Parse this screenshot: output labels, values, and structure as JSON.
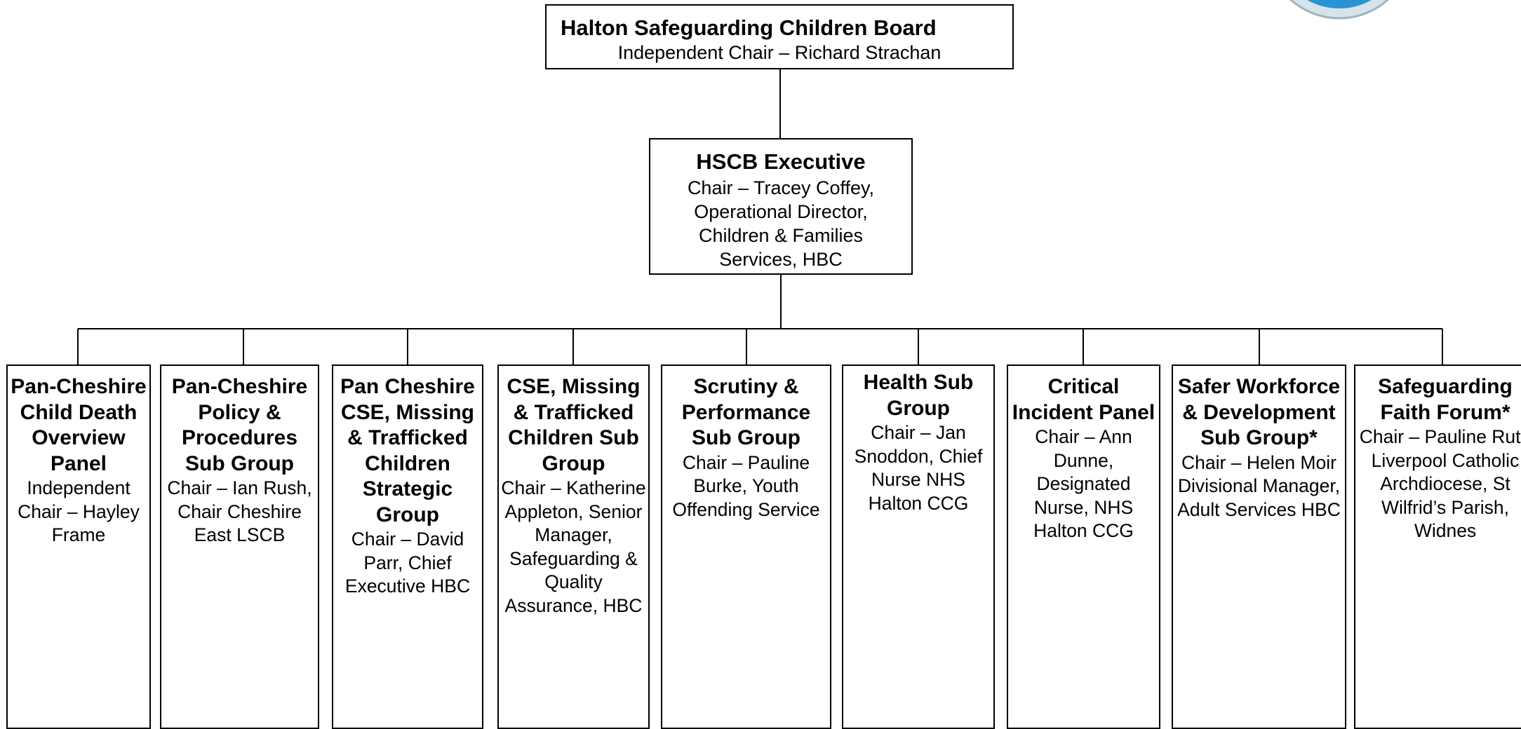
{
  "board": {
    "title": "Halton Safeguarding Children Board",
    "chair": "Independent Chair – Richard Strachan"
  },
  "executive": {
    "title": "HSCB Executive",
    "chair": "Chair – Tracey Coffey, Operational Director, Children & Families Services, HBC"
  },
  "subgroups": [
    {
      "title": "Pan-Cheshire Child Death Overview Panel",
      "chair": "Independent Chair – Hayley Frame"
    },
    {
      "title": "Pan-Cheshire Policy & Procedures Sub Group",
      "chair": "Chair – Ian Rush, Chair Cheshire East LSCB"
    },
    {
      "title": "Pan Cheshire CSE, Missing & Trafficked Children Strategic Group",
      "chair": "Chair – David Parr, Chief Executive HBC"
    },
    {
      "title": "CSE, Missing & Trafficked Children Sub Group",
      "chair": "Chair – Katherine Appleton, Senior Manager, Safeguarding & Quality Assurance, HBC"
    },
    {
      "title": "Scrutiny & Performance Sub Group",
      "chair": "Chair – Pauline Burke, Youth Offending Service"
    },
    {
      "title": "Health Sub Group",
      "chair": "Chair – Jan Snoddon, Chief Nurse NHS Halton CCG"
    },
    {
      "title": "Critical Incident Panel",
      "chair": "Chair – Ann Dunne, Designated Nurse, NHS Halton CCG"
    },
    {
      "title": "Safer Workforce & Development Sub Group*",
      "chair": "Chair – Helen Moir Divisional Manager, Adult Services HBC"
    },
    {
      "title": "Safeguarding Faith Forum*",
      "chair": "Chair – Pauline Ruth Liverpool Catholic Archdiocese, St Wilfrid’s Parish, Widnes"
    }
  ],
  "colors": {
    "line": "#000000",
    "logo_ring": "#2a93d5",
    "logo_inner": "#1a6fb5"
  },
  "icons": {
    "logo": "organisation-logo-icon"
  }
}
